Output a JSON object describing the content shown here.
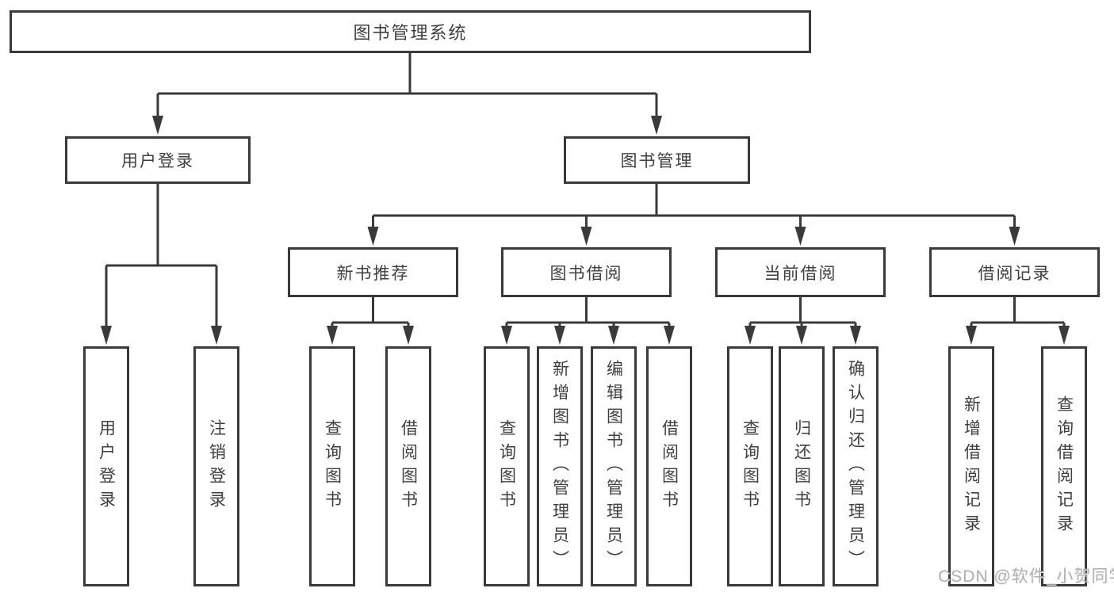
{
  "tree": {
    "root": {
      "label": "图书管理系统",
      "children": [
        {
          "label": "用户登录",
          "children": [
            {
              "label": "用户登录"
            },
            {
              "label": "注销登录"
            }
          ]
        },
        {
          "label": "图书管理",
          "children": [
            {
              "label": "新书推荐",
              "children": [
                {
                  "label": "查询图书"
                },
                {
                  "label": "借阅图书"
                }
              ]
            },
            {
              "label": "图书借阅",
              "children": [
                {
                  "label": "查询图书"
                },
                {
                  "label": "新增图书（管理员）"
                },
                {
                  "label": "编辑图书（管理员）"
                },
                {
                  "label": "借阅图书"
                }
              ]
            },
            {
              "label": "当前借阅",
              "children": [
                {
                  "label": "查询图书"
                },
                {
                  "label": "归还图书"
                },
                {
                  "label": "确认归还（管理员）"
                }
              ]
            },
            {
              "label": "借阅记录",
              "children": [
                {
                  "label": "新增借阅记录"
                },
                {
                  "label": "查询借阅记录"
                }
              ]
            }
          ]
        }
      ]
    }
  },
  "watermark": {
    "text": "CSDN @软件_小贺同学",
    "color": "#a9a9a9"
  },
  "colors": {
    "line": "#3a3a3a",
    "box_border": "#3a3a3a",
    "text": "#3f3f3f",
    "background": "#ffffff"
  }
}
